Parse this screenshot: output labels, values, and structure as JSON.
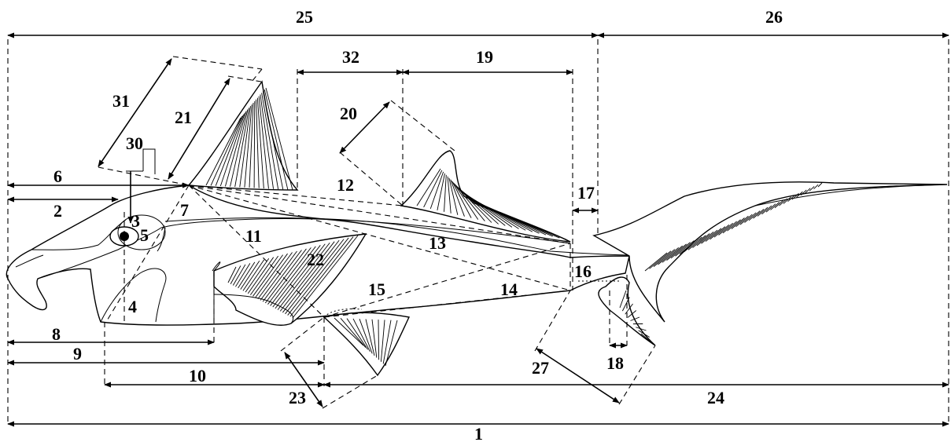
{
  "figure": {
    "type": "morphometric-measurement-diagram",
    "subject": "chimaera-fish-outline",
    "background": "#ffffff",
    "line_color": "#000000"
  },
  "labels": {
    "m1": "1",
    "m2": "2",
    "m3": "3",
    "m4": "4",
    "m5": "5",
    "m6": "6",
    "m7": "7",
    "m8": "8",
    "m9": "9",
    "m10": "10",
    "m11": "11",
    "m12": "12",
    "m13": "13",
    "m14": "14",
    "m15": "15",
    "m16": "16",
    "m17": "17",
    "m18": "18",
    "m19": "19",
    "m20": "20",
    "m21": "21",
    "m22": "22",
    "m23": "23",
    "m24": "24",
    "m25": "25",
    "m26": "26",
    "m27": "27",
    "m30": "30",
    "m31": "31",
    "m32": "32"
  }
}
